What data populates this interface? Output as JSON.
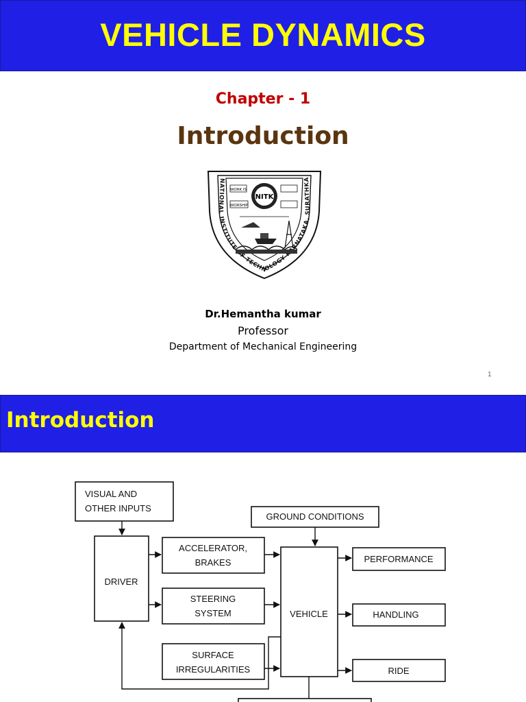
{
  "slide1": {
    "title": "VEHICLE DYNAMICS",
    "chapter": "Chapter - 1",
    "subtitle": "Introduction",
    "logo": {
      "outer_text": "NATIONAL INSTITUTE OF TECHNOLOGY KARNATAKA, SURATHKAL",
      "motto_left": [
        "WORK IS",
        "WORSHIP"
      ],
      "emblem": "NITK"
    },
    "author": "Dr.Hemantha kumar",
    "role": "Professor",
    "department": "Department of Mechanical Engineering",
    "page_number": "1"
  },
  "slide2": {
    "title": "Introduction",
    "diagram": {
      "visual": [
        "VISUAL  AND",
        "OTHER  INPUTS"
      ],
      "driver": "DRIVER",
      "accel": [
        "ACCELERATOR,",
        "BRAKES"
      ],
      "steering": [
        "STEERING",
        "SYSTEM"
      ],
      "surface": [
        "SURFACE",
        "IRREGULARITIES"
      ],
      "ground": "GROUND  CONDITIONS",
      "vehicle": "VEHICLE",
      "performance": "PERFORMANCE",
      "handling": "HANDLING",
      "ride": "RIDE"
    }
  }
}
